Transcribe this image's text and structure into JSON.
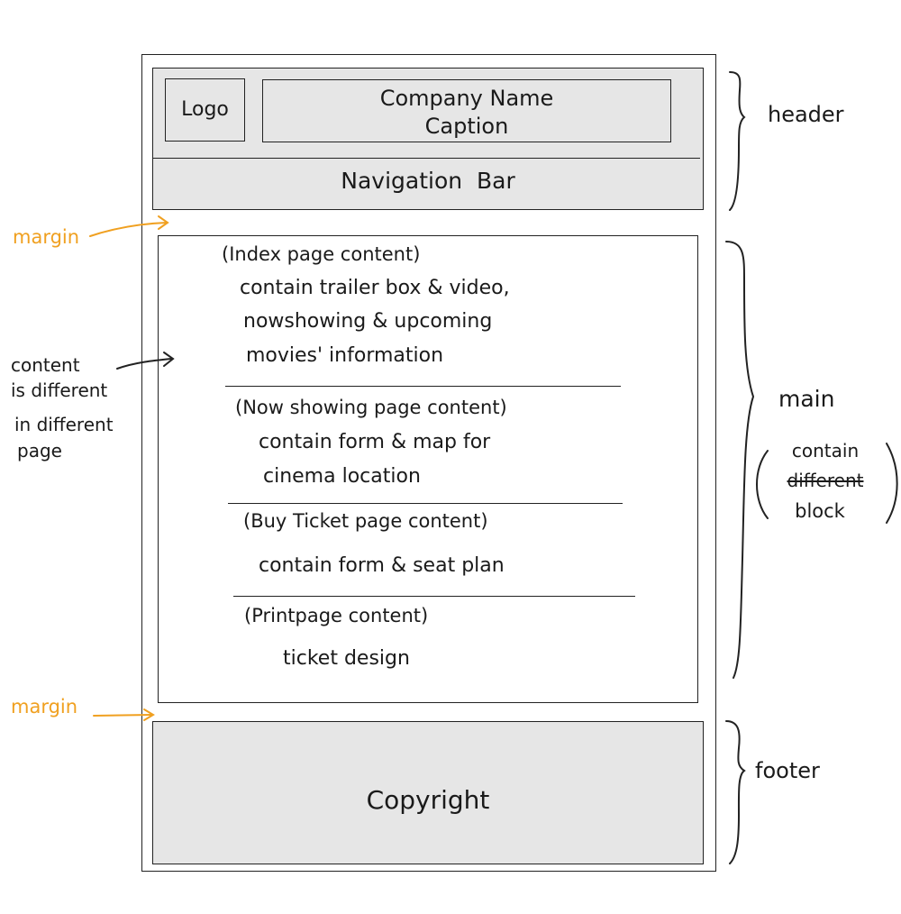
{
  "colors": {
    "stroke": "#222222",
    "fill": "#e6e6e6",
    "annotation": "#f0a020",
    "text": "#1a1a1a"
  },
  "header": {
    "logo": "Logo",
    "company_name": "Company Name",
    "caption": "Caption",
    "navigation": "Navigation  Bar"
  },
  "main": {
    "sections": [
      {
        "title": "(Index page content)",
        "lines": [
          "contain trailer box & video,",
          "nowshowing & upcoming",
          "movies' information"
        ]
      },
      {
        "title": "(Now showing page content)",
        "lines": [
          "contain form & map for",
          "cinema location"
        ]
      },
      {
        "title": "(Buy Ticket page content)",
        "lines": [
          "contain form & seat plan"
        ]
      },
      {
        "title": "(Printpage content)",
        "lines": [
          "ticket design"
        ]
      }
    ]
  },
  "footer": {
    "copyright": "Copyright"
  },
  "annotations": {
    "margin_top": "margin",
    "margin_bottom": "margin",
    "content_note": [
      "content",
      "is different",
      "in different",
      "page"
    ],
    "header_label": "header",
    "main_label": "main",
    "main_note": [
      "contain",
      "different",
      "block"
    ],
    "footer_label": "footer"
  }
}
